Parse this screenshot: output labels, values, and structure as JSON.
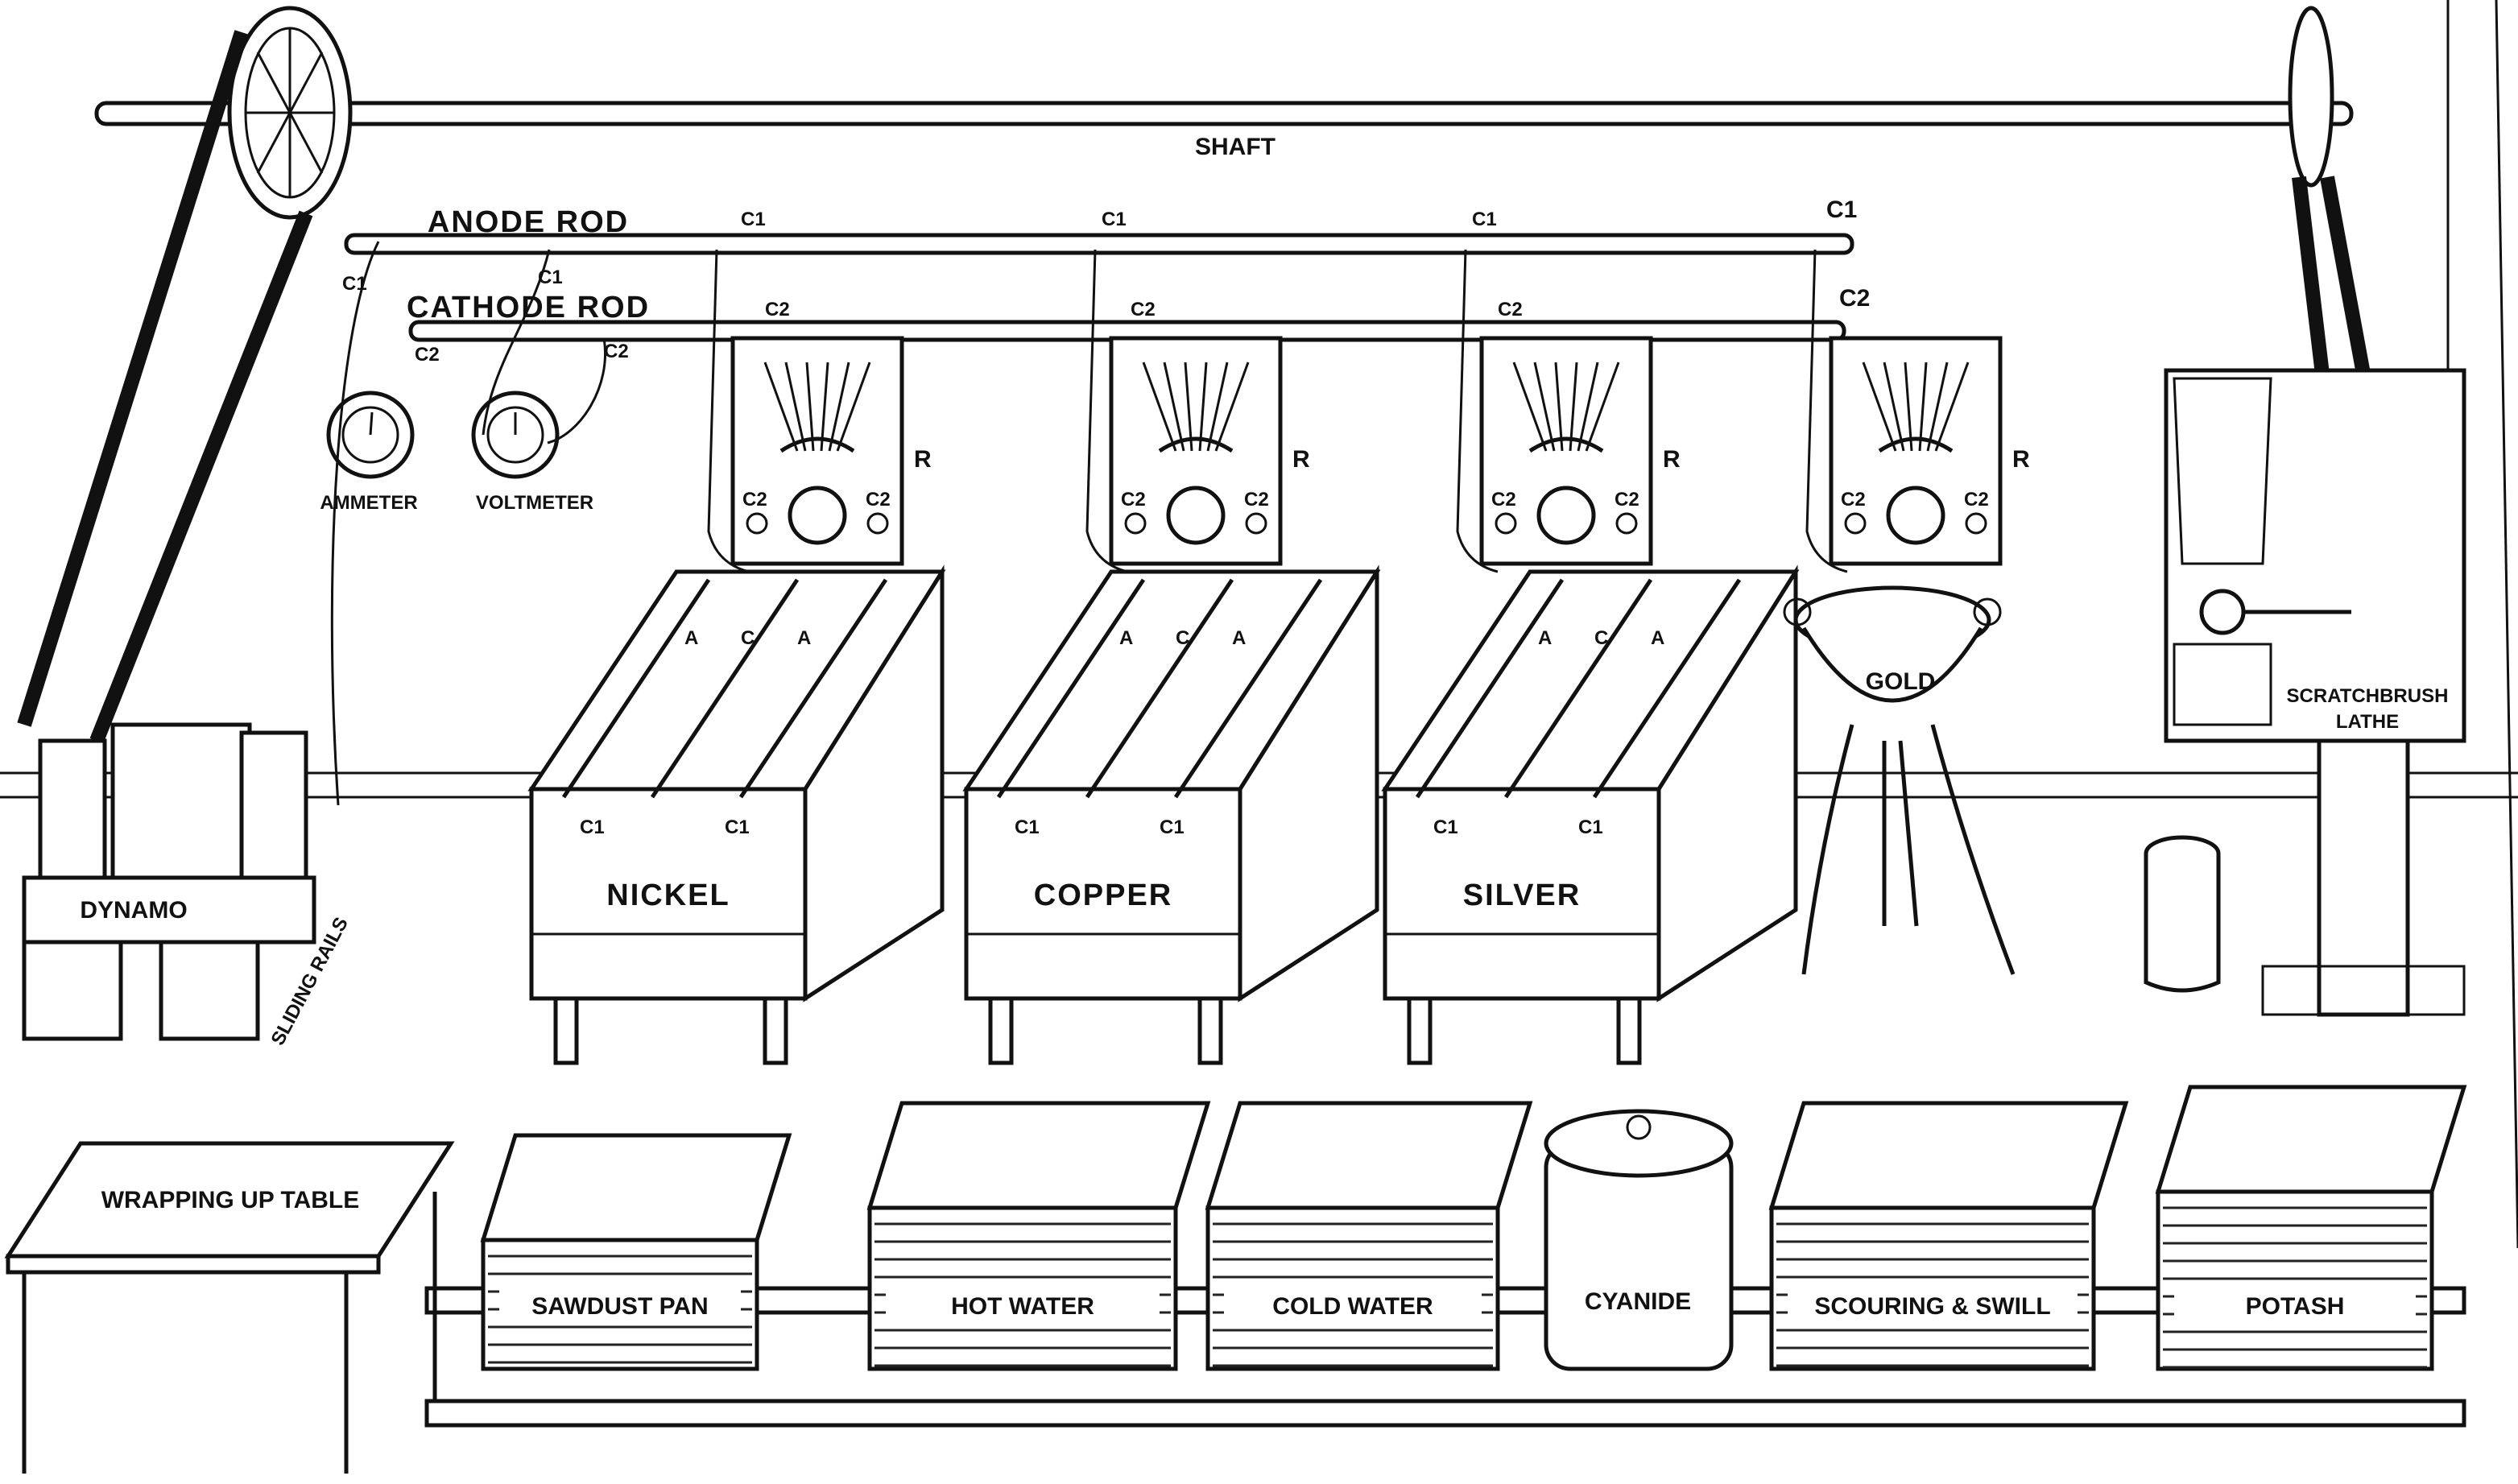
{
  "labels": {
    "shaft": "SHAFT",
    "anode_rod": "ANODE ROD",
    "cathode_rod": "CATHODE ROD",
    "ammeter": "AMMETER",
    "voltmeter": "VOLTMETER",
    "dynamo": "DYNAMO",
    "sliding_rails": "SLIDING RAILS",
    "scratchbrush_1": "SCRATCHBRUSH",
    "scratchbrush_2": "LATHE",
    "rheostat": "R",
    "c1": "C1",
    "c2": "C2",
    "anode": "A",
    "cathode": "C"
  },
  "baths": [
    {
      "name": "NICKEL"
    },
    {
      "name": "COPPER"
    },
    {
      "name": "SILVER"
    },
    {
      "name": "GOLD"
    }
  ],
  "bench": [
    {
      "name": "WRAPPING UP TABLE"
    },
    {
      "name": "SAWDUST PAN"
    },
    {
      "name": "HOT WATER"
    },
    {
      "name": "COLD WATER"
    },
    {
      "name": "CYANIDE"
    },
    {
      "name": "SCOURING & SWILL"
    },
    {
      "name": "POTASH"
    }
  ]
}
